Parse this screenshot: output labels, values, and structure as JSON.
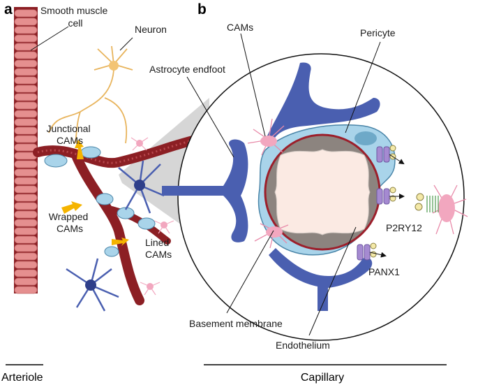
{
  "panels": {
    "a": "a",
    "b": "b"
  },
  "labels": {
    "smooth_muscle": [
      "Smooth muscle",
      "cell"
    ],
    "neuron": "Neuron",
    "junctional": [
      "Junctional",
      "CAMs"
    ],
    "wrapped": [
      "Wrapped",
      "CAMs"
    ],
    "lined": [
      "Lined",
      "CAMs"
    ],
    "cams": "CAMs",
    "pericyte": "Pericyte",
    "astrocyte_endfoot": "Astrocyte endfoot",
    "p2ry12": "P2RY12",
    "panx1": "PANX1",
    "basement_membrane": "Basement membrane",
    "endothelium": "Endothelium"
  },
  "scale_bars": {
    "arteriole": "Arteriole",
    "capillary": "Capillary"
  },
  "colors": {
    "smooth_muscle": "#e58f8f",
    "arteriole_wall": "#8c1f24",
    "astrocyte": "#4a5fb0",
    "pericyte": "#a9d4ea",
    "cam": "#f2a7bf",
    "neuron": "#e8b45c",
    "endothelium": "#8c847f",
    "lumen": "#fbeae3",
    "channel": "#a58ad1",
    "arrow": "#f5b400"
  }
}
